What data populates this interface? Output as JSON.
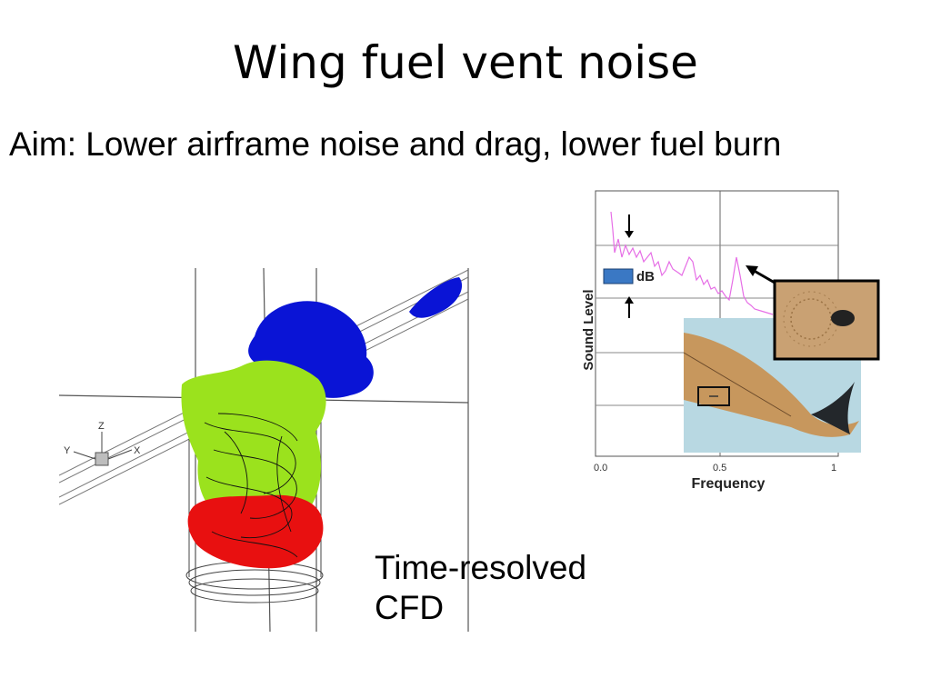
{
  "slide": {
    "title": "Wing fuel vent noise",
    "aim": "Aim: Lower airframe noise and drag, lower fuel burn",
    "caption_line1": "Time-resolved",
    "caption_line2": "CFD"
  },
  "cfd_figure": {
    "axis_labels": {
      "z": "Z",
      "y": "Y",
      "x": "X"
    },
    "colors": {
      "blue": "#0a14d6",
      "green": "#9be21d",
      "red": "#e81010"
    }
  },
  "spectrum": {
    "ylabel": "Sound Level",
    "xlabel": "Frequency",
    "x_ticks": [
      "0.0",
      "0.5",
      "1"
    ],
    "db_label": "dB",
    "line_color": "#e66ee6",
    "db_box_color": "#3a78c4"
  }
}
